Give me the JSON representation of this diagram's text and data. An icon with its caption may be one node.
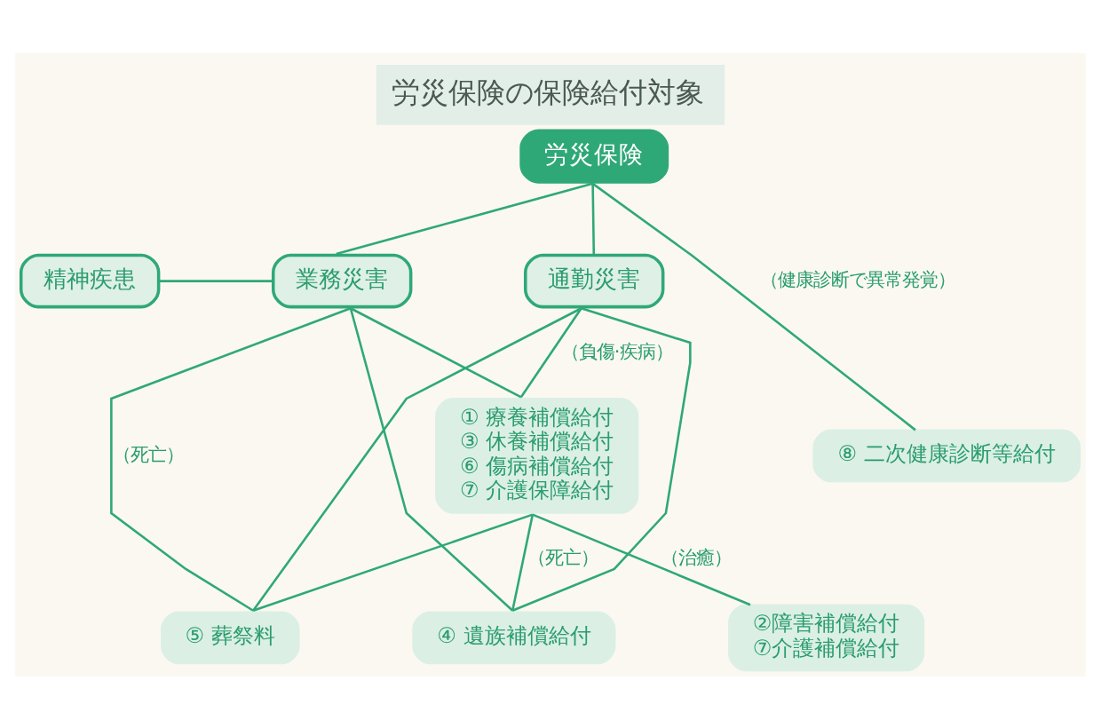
{
  "diagram": {
    "title": "労災保険の保険給付対象",
    "nodes": [
      {
        "text": [
          "労災保険"
        ]
      },
      {
        "text": [
          "精神疾患"
        ]
      },
      {
        "text": [
          "業務災害"
        ]
      },
      {
        "text": [
          "通勤災害"
        ]
      },
      {
        "text": [
          "① 療養補償給付",
          "③ 休養補償給付",
          "⑥ 傷病補償給付",
          "⑦ 介護保障給付"
        ]
      },
      {
        "text": [
          "⑧ 二次健康診断等給付"
        ]
      },
      {
        "text": [
          "⑤ 葬祭料"
        ]
      },
      {
        "text": [
          "④ 遺族補償給付"
        ]
      },
      {
        "text": [
          "②障害補償給付",
          "⑦介護補償給付"
        ]
      }
    ],
    "edges": [
      {
        "from": 0,
        "to": 2,
        "arrow": "none"
      },
      {
        "from": 0,
        "to": 3,
        "arrow": "none"
      },
      {
        "from": 0,
        "to": 5,
        "arrow": "none",
        "label": "（健康診断で異常発覚）"
      },
      {
        "from": 1,
        "to": 2,
        "arrow": "none"
      },
      {
        "from": 2,
        "to": 6,
        "arrow": "none",
        "label": "（死亡）"
      },
      {
        "from": 2,
        "to": 7,
        "arrow": "none"
      },
      {
        "from": 3,
        "to": 6,
        "arrow": "none"
      },
      {
        "from": 3,
        "to": 7,
        "arrow": "none"
      },
      {
        "from": 2,
        "to": 4,
        "arrow": "none"
      },
      {
        "from": 3,
        "to": 4,
        "arrow": "none",
        "label": "（負傷·疾病）"
      },
      {
        "from": 4,
        "to": 6,
        "arrow": "none"
      },
      {
        "from": 4,
        "to": 7,
        "arrow": "none",
        "label": "（死亡）"
      },
      {
        "from": 4,
        "to": 8,
        "arrow": "none",
        "label": "（治癒）"
      }
    ]
  }
}
